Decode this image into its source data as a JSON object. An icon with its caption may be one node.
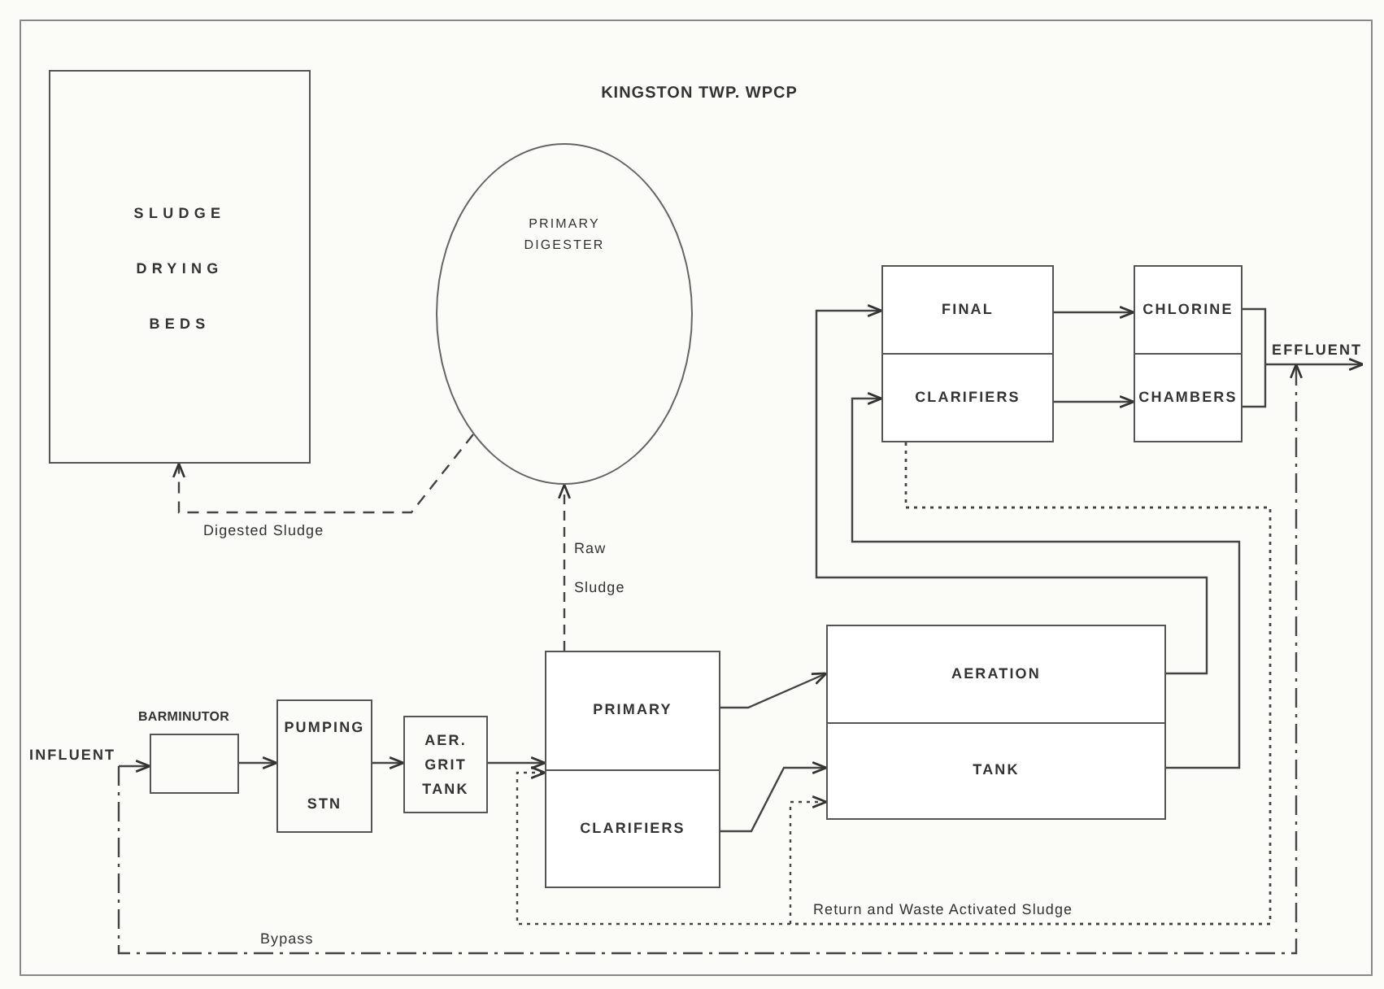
{
  "diagram": {
    "title": "KINGSTON TWP. WPCP",
    "nodes": [
      {
        "text": [
          "SLUDGE DRYING BEDS"
        ]
      },
      {
        "text": [
          "PRIMARY DIGESTER"
        ]
      },
      {
        "text": [
          "FINAL",
          "CLARIFIERS"
        ]
      },
      {
        "text": [
          "CHLORINE",
          "CHAMBERS"
        ]
      },
      {
        "text": [
          "EFFLUENT"
        ]
      },
      {
        "text": [
          "INFLUENT"
        ]
      },
      {
        "text": [
          "BARMINUTOR"
        ]
      },
      {
        "text": [
          "PUMPING",
          "STN"
        ]
      },
      {
        "text": [
          "AER. GRIT TANK"
        ]
      },
      {
        "text": [
          "PRIMARY",
          "CLARIFIERS"
        ]
      },
      {
        "text": [
          "AERATION",
          "TANK"
        ]
      }
    ],
    "edges": [
      {
        "from": 5,
        "to": 6,
        "arrow": "to"
      },
      {
        "from": 6,
        "to": 7,
        "arrow": "to"
      },
      {
        "from": 7,
        "to": 8,
        "arrow": "to"
      },
      {
        "from": 8,
        "to": 9,
        "arrow": "to"
      },
      {
        "from": 9,
        "to": 1,
        "arrow": "to",
        "label": "Raw Sludge",
        "style": "dashed"
      },
      {
        "from": 1,
        "to": 0,
        "arrow": "to",
        "label": "Digested Sludge",
        "style": "dashed"
      },
      {
        "from": 9,
        "to": 10,
        "arrow": "to"
      },
      {
        "from": 9,
        "to": 10,
        "arrow": "to"
      },
      {
        "from": 10,
        "to": 2,
        "arrow": "to"
      },
      {
        "from": 10,
        "to": 2,
        "arrow": "to"
      },
      {
        "from": 2,
        "to": 3,
        "arrow": "to"
      },
      {
        "from": 2,
        "to": 3,
        "arrow": "to"
      },
      {
        "from": 3,
        "to": 4,
        "arrow": "to"
      },
      {
        "from": 5,
        "to": 4,
        "arrow": "to",
        "label": "Bypass",
        "style": "dashed"
      },
      {
        "from": 2,
        "to": 9,
        "arrow": "to",
        "label": "Return and Waste Activated Sludge",
        "style": "dashed"
      },
      {
        "from": 2,
        "to": 10,
        "arrow": "to",
        "style": "dashed"
      }
    ]
  }
}
